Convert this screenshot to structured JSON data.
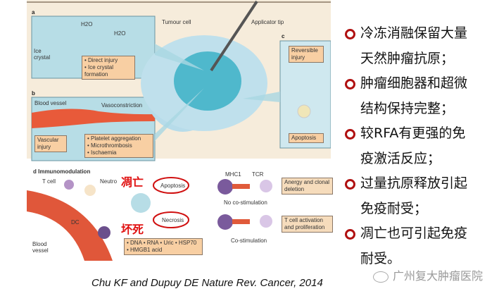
{
  "figure": {
    "panel_a": {
      "letter": "a",
      "h2o": "H2O",
      "ice_crystal": "Ice crystal",
      "bullets": [
        "• Direct injury",
        "• Ice crystal formation"
      ]
    },
    "center": {
      "tumour_cell": "Tumour cell",
      "applicator_tip": "Applicator tip"
    },
    "panel_b": {
      "letter": "b",
      "blood_vessel": "Blood vessel",
      "vasoconstriction": "Vasoconstriction",
      "vascular_injury": "Vascular injury",
      "bullets": [
        "• Platelet aggregation",
        "• Microthrombosis",
        "• Ischaemia"
      ]
    },
    "panel_c": {
      "letter": "c",
      "reversible": "Reversible injury",
      "apoptosis": "Apoptosis"
    },
    "panel_d": {
      "title": "d Immunomodulation",
      "tcell": "T cell",
      "neutro": "Neutro",
      "dc": "DC",
      "blood_vessel": "Blood vessel",
      "apoptosis": "Apoptosis",
      "necrosis": "Necrosis",
      "mhc": "MHC1",
      "tcr": "TCR",
      "no_costim": "No co-stimulation",
      "costim": "Co-stimulation",
      "anergy": "Anergy and clonal deletion",
      "activation": "T cell activation and proliferation",
      "molecules": "• DNA  • RNA  • Uric • HSP70 • HMGB1  acid",
      "annot_apoptosis": "凋亡",
      "annot_necrosis": "坏死"
    }
  },
  "citation": "Chu KF and Dupuy DE Nature Rev. Cancer, 2014",
  "bullets": [
    {
      "lines": [
        "冷冻消融保留大量",
        "天然肿瘤抗原；"
      ]
    },
    {
      "lines": [
        "肿瘤细胞器和超微",
        "结构保持完整；"
      ]
    },
    {
      "lines": [
        "较RFA有更强的免",
        "疫激活反应；"
      ]
    },
    {
      "lines": [
        "过量抗原释放引起",
        "免疫耐受；"
      ]
    },
    {
      "lines": [
        "凋亡也可引起免疫",
        "耐受。"
      ]
    }
  ],
  "watermark": "广州复大肿瘤医院"
}
